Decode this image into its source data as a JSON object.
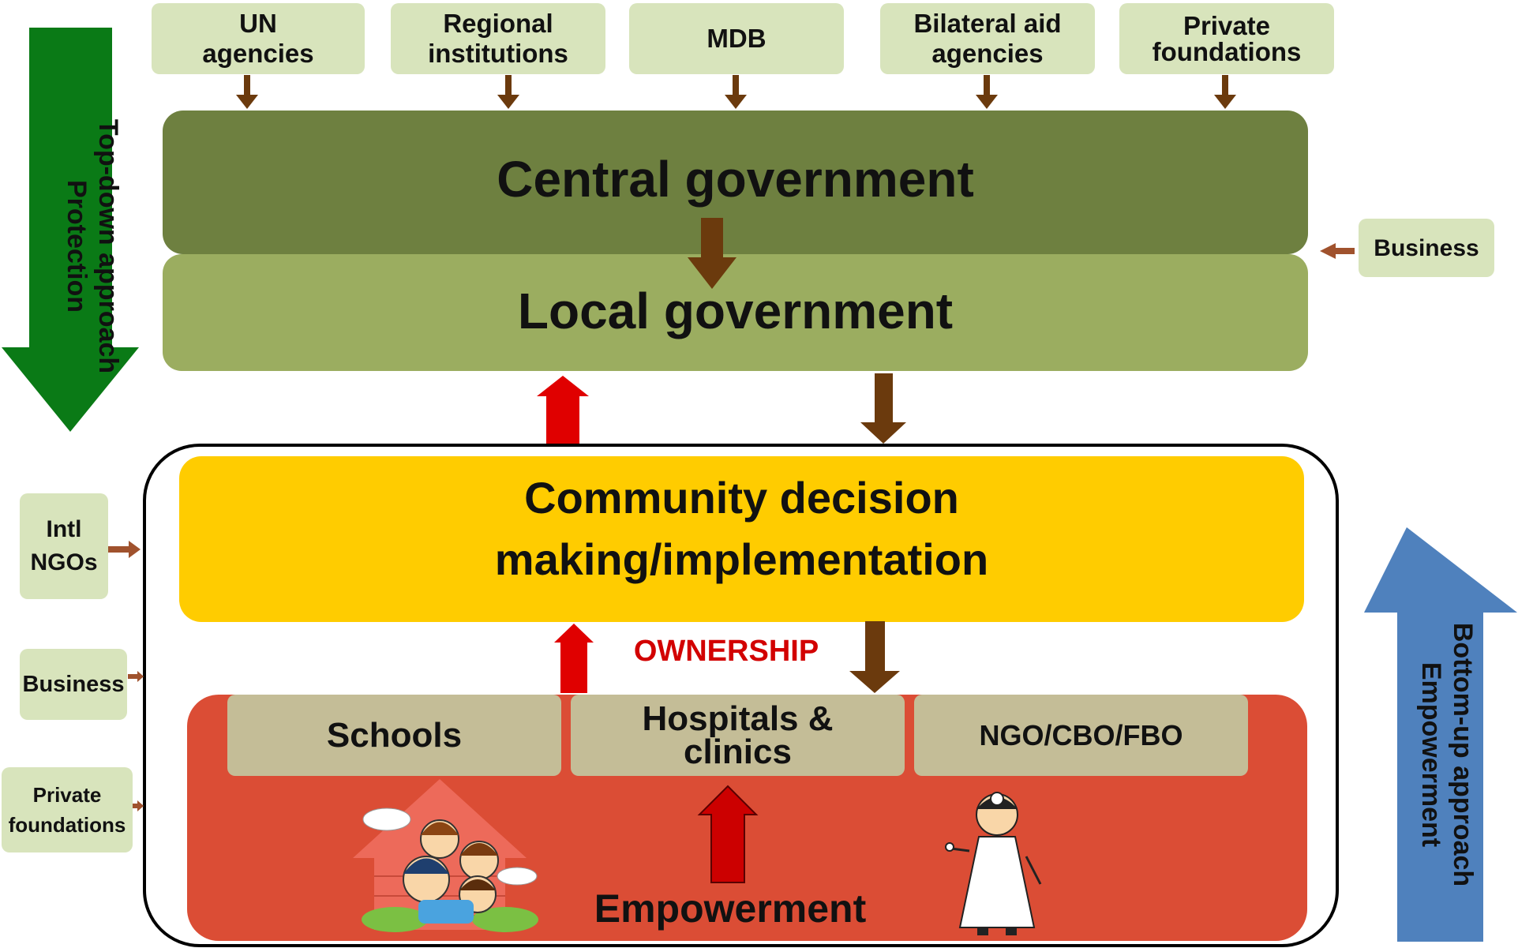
{
  "donors": [
    {
      "label": "UN\nagencies"
    },
    {
      "label": "Regional\ninstitutions"
    },
    {
      "label": "MDB"
    },
    {
      "label": "Bilateral aid\nagencies"
    },
    {
      "label": "Private\nfoundations"
    }
  ],
  "central_gov": {
    "label": "Central government"
  },
  "local_gov": {
    "label": "Local government"
  },
  "business_right": {
    "label": "Business"
  },
  "top_down": {
    "label": "Top-down approach\nProtection"
  },
  "bottom_up": {
    "label": "Bottom-up approach\nEmpowerment"
  },
  "community": {
    "label": "Community decision\nmaking/implementation"
  },
  "ownership": {
    "label": "OWNERSHIP"
  },
  "services": [
    {
      "label": "Schools"
    },
    {
      "label": "Hospitals &\nclinics"
    },
    {
      "label": "NGO/CBO/FBO"
    }
  ],
  "empowerment": {
    "label": "Empowerment"
  },
  "left_actors": [
    {
      "label": "Intl\nNGOs"
    },
    {
      "label": "Business"
    },
    {
      "label": "Private\nfoundations"
    }
  ],
  "colors": {
    "donor_fill": "#d8e4bc",
    "central_gov": "#6e8040",
    "local_gov": "#9bad60",
    "community": "#ffcc00",
    "services_band": "#db4d35",
    "service_box": "#c4bd97",
    "arrow_brown": "#6b3a0d",
    "arrow_red": "#e00000",
    "ownership_text": "#d20000",
    "top_down_arrow": "#0a7a16",
    "bottom_up_arrow": "#4f81bd"
  }
}
